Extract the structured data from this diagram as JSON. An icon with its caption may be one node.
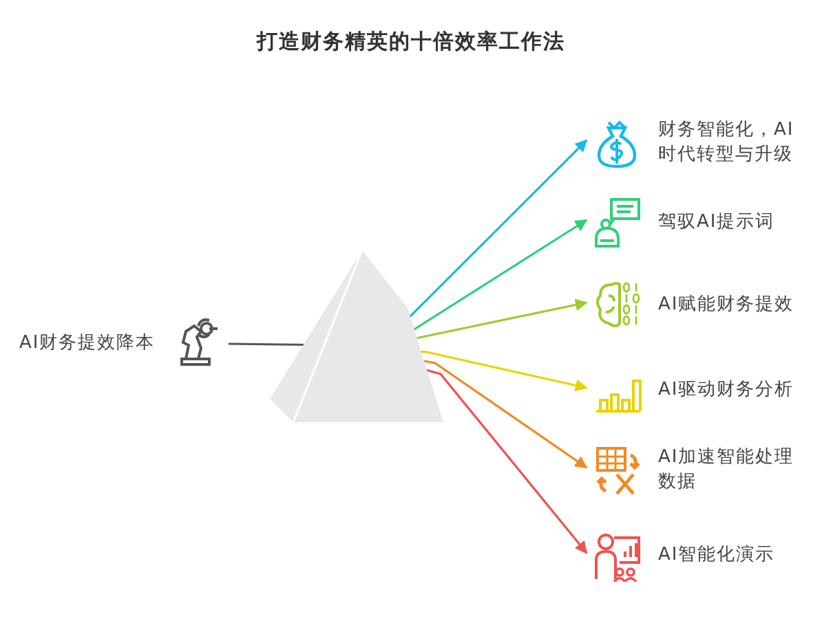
{
  "diagram": {
    "title": "打造财务精英的十倍效率工作法",
    "nodes": [
      {
        "text": [
          "AI财务提效降本"
        ]
      },
      {
        "text": [],
        "shape": "triangle"
      },
      {
        "text": [
          "财务智能化，AI时代转型与升级"
        ]
      },
      {
        "text": [
          "驾驭AI提示词"
        ]
      },
      {
        "text": [
          "AI赋能财务提效"
        ]
      },
      {
        "text": [
          "AI驱动财务分析"
        ]
      },
      {
        "text": [
          "AI加速智能处理数据"
        ]
      },
      {
        "text": [
          "AI智能化演示"
        ]
      }
    ],
    "edges": [
      {
        "from": 0,
        "to": 1,
        "arrow": "none",
        "color": "#555555"
      },
      {
        "from": 1,
        "to": 2,
        "arrow": "to",
        "color": "#1ab8ea"
      },
      {
        "from": 1,
        "to": 3,
        "arrow": "to",
        "color": "#2fcf7a"
      },
      {
        "from": 1,
        "to": 4,
        "arrow": "to",
        "color": "#9ccc2e"
      },
      {
        "from": 1,
        "to": 5,
        "arrow": "to",
        "color": "#e8d300"
      },
      {
        "from": 1,
        "to": 6,
        "arrow": "to",
        "color": "#f28a24"
      },
      {
        "from": 1,
        "to": 7,
        "arrow": "to",
        "color": "#f0524f"
      }
    ]
  }
}
